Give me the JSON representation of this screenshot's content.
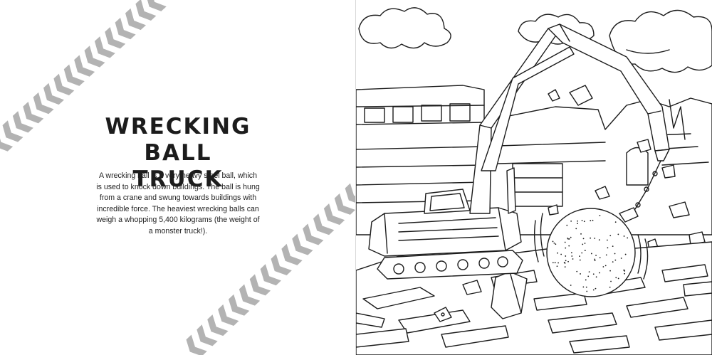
{
  "title_lines": [
    "WRECKING",
    "BALL TRUCK"
  ],
  "description": "A wrecking ball is a very heavy steel ball, which is used to knock down buildings. The ball is hung from a crane and swung towards buildings with incredible force. The heaviest wrecking balls can weigh a whopping 5,400 kilograms (the weight of a monster truck!).",
  "illustration": "wrecking ball truck demolishing a building (colouring page line art)",
  "colors": {
    "ink": "#1c1c1c",
    "tread": "#b3b3b3",
    "paper": "#ffffff"
  }
}
